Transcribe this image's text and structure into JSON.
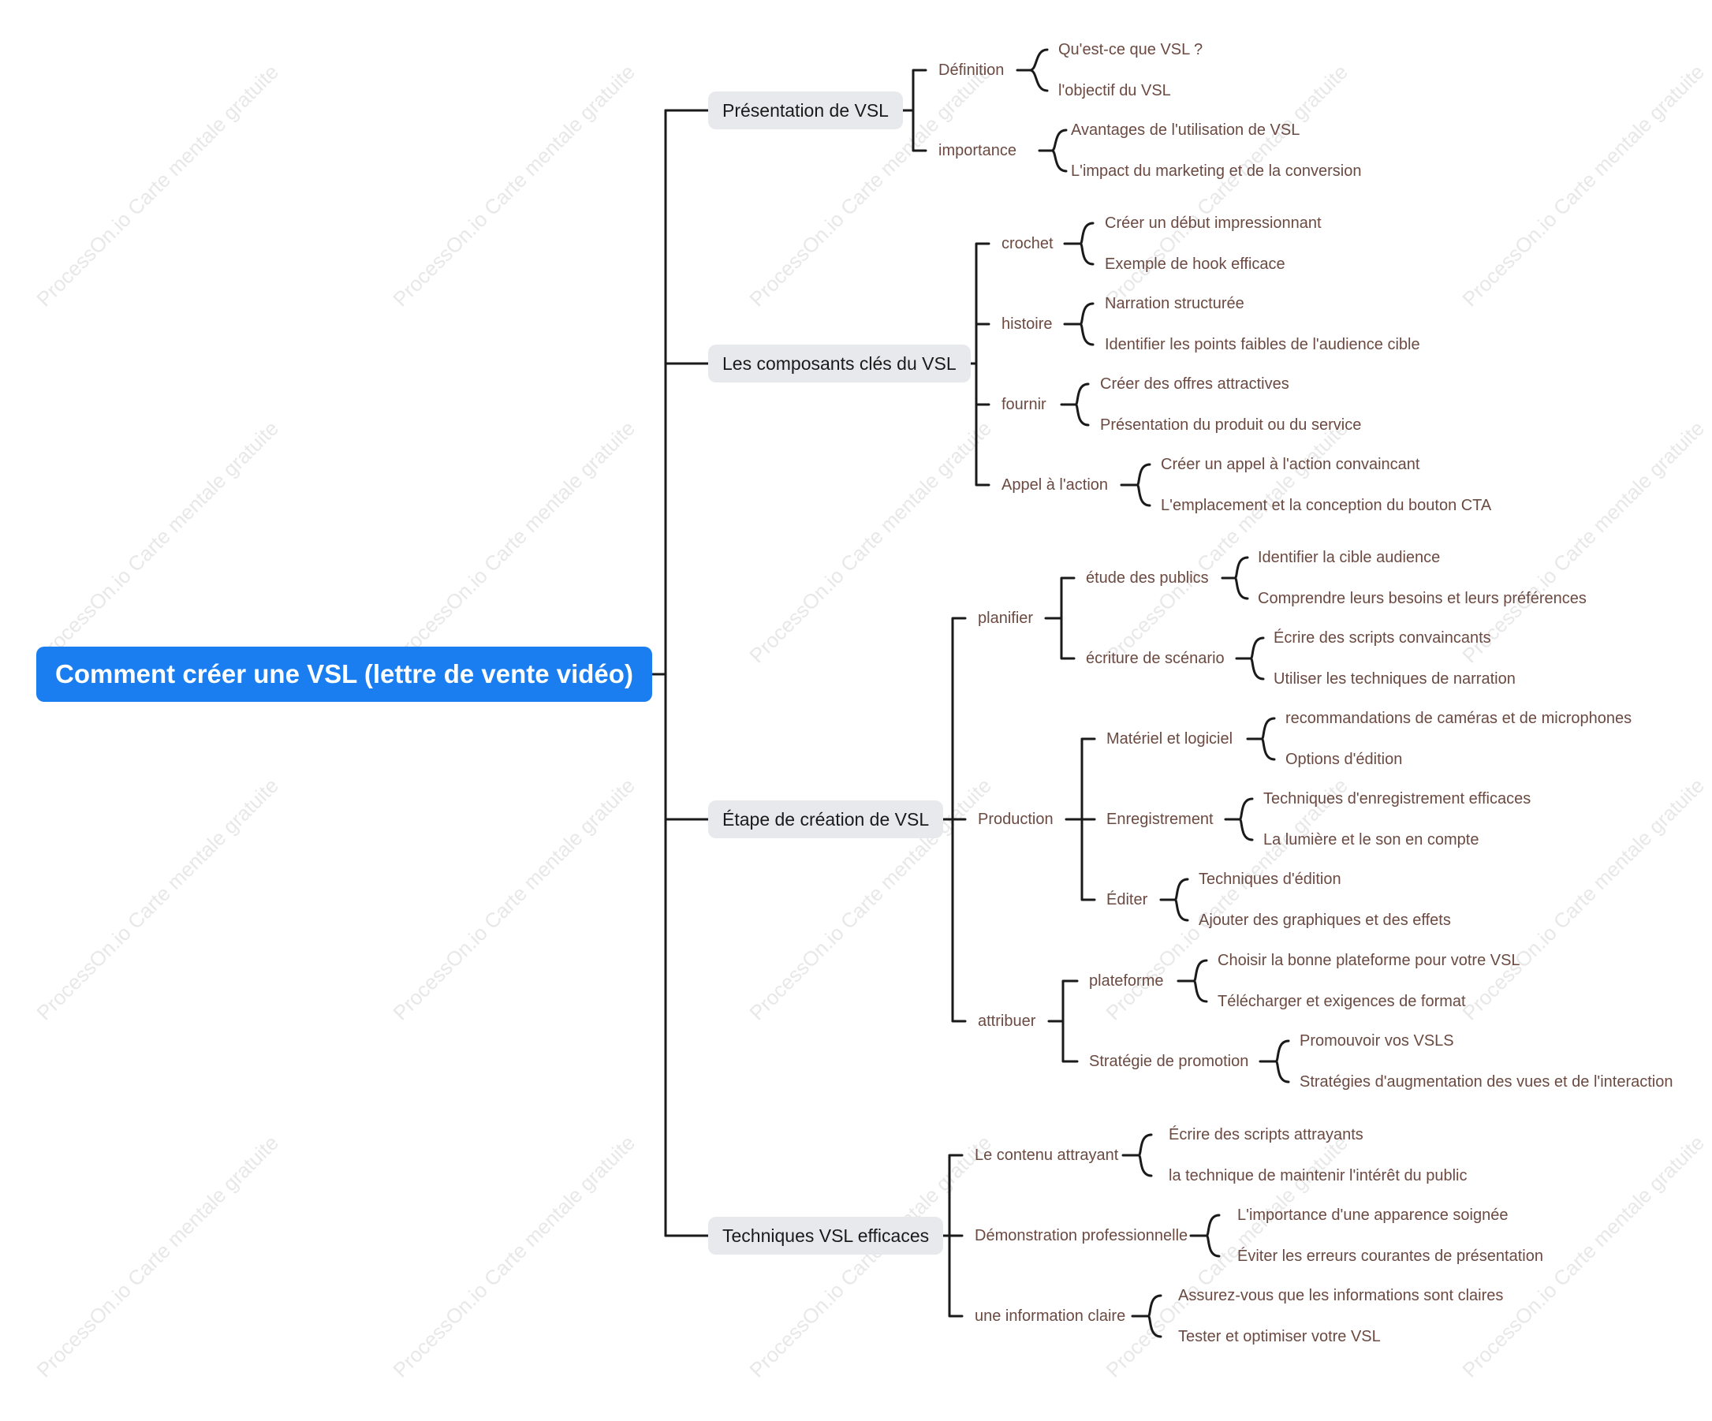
{
  "watermark": "ProcessOn.io Carte mentale gratuite",
  "root": {
    "label": "Comment créer une VSL (lettre de vente vidéo)"
  },
  "branches": [
    {
      "label": "Présentation de VSL",
      "children": [
        {
          "label": "Définition",
          "children": [
            {
              "label": "Qu'est-ce que VSL ?"
            },
            {
              "label": "l'objectif du VSL"
            }
          ]
        },
        {
          "label": "importance",
          "children": [
            {
              "label": "Avantages de l'utilisation de VSL"
            },
            {
              "label": "L'impact du marketing et de la conversion"
            }
          ]
        }
      ]
    },
    {
      "label": "Les composants clés du VSL",
      "children": [
        {
          "label": "crochet",
          "children": [
            {
              "label": "Créer un début impressionnant"
            },
            {
              "label": "Exemple de hook efficace"
            }
          ]
        },
        {
          "label": "histoire",
          "children": [
            {
              "label": "Narration structurée"
            },
            {
              "label": "Identifier les points faibles de l'audience cible"
            }
          ]
        },
        {
          "label": "fournir",
          "children": [
            {
              "label": "Créer des offres attractives"
            },
            {
              "label": "Présentation du produit ou du service"
            }
          ]
        },
        {
          "label": "Appel à l'action",
          "children": [
            {
              "label": "Créer un appel à l'action convaincant"
            },
            {
              "label": "L'emplacement et la conception du bouton CTA"
            }
          ]
        }
      ]
    },
    {
      "label": "Étape de création de VSL",
      "children": [
        {
          "label": "planifier",
          "children": [
            {
              "label": "étude des publics",
              "children": [
                {
                  "label": "Identifier la cible audience"
                },
                {
                  "label": "Comprendre leurs besoins et leurs préférences"
                }
              ]
            },
            {
              "label": "écriture de scénario",
              "children": [
                {
                  "label": "Écrire des scripts convaincants"
                },
                {
                  "label": "Utiliser les techniques de narration"
                }
              ]
            }
          ]
        },
        {
          "label": "Production",
          "children": [
            {
              "label": "Matériel et logiciel",
              "children": [
                {
                  "label": "recommandations de caméras et de microphones"
                },
                {
                  "label": "Options d'édition"
                }
              ]
            },
            {
              "label": "Enregistrement",
              "children": [
                {
                  "label": "Techniques d'enregistrement efficaces"
                },
                {
                  "label": "La lumière et le son en compte"
                }
              ]
            },
            {
              "label": "Éditer",
              "children": [
                {
                  "label": "Techniques d'édition"
                },
                {
                  "label": "Ajouter des graphiques et des effets"
                }
              ]
            }
          ]
        },
        {
          "label": "attribuer",
          "children": [
            {
              "label": "plateforme",
              "children": [
                {
                  "label": "Choisir la bonne plateforme pour votre VSL"
                },
                {
                  "label": "Télécharger et exigences de format"
                }
              ]
            },
            {
              "label": "Stratégie de promotion",
              "children": [
                {
                  "label": "Promouvoir vos VSLS"
                },
                {
                  "label": "Stratégies d'augmentation des vues et de l'interaction"
                }
              ]
            }
          ]
        }
      ]
    },
    {
      "label": "Techniques VSL efficaces",
      "children": [
        {
          "label": "Le contenu attrayant",
          "children": [
            {
              "label": "Écrire des scripts attrayants"
            },
            {
              "label": "la technique de maintenir l'intérêt du public"
            }
          ]
        },
        {
          "label": "Démonstration professionnelle",
          "children": [
            {
              "label": "L'importance d'une apparence soignée"
            },
            {
              "label": "Éviter les erreurs courantes de présentation"
            }
          ]
        },
        {
          "label": "une information claire",
          "children": [
            {
              "label": "Assurez-vous que les informations sont claires"
            },
            {
              "label": "Tester et optimiser votre VSL"
            }
          ]
        }
      ]
    }
  ]
}
